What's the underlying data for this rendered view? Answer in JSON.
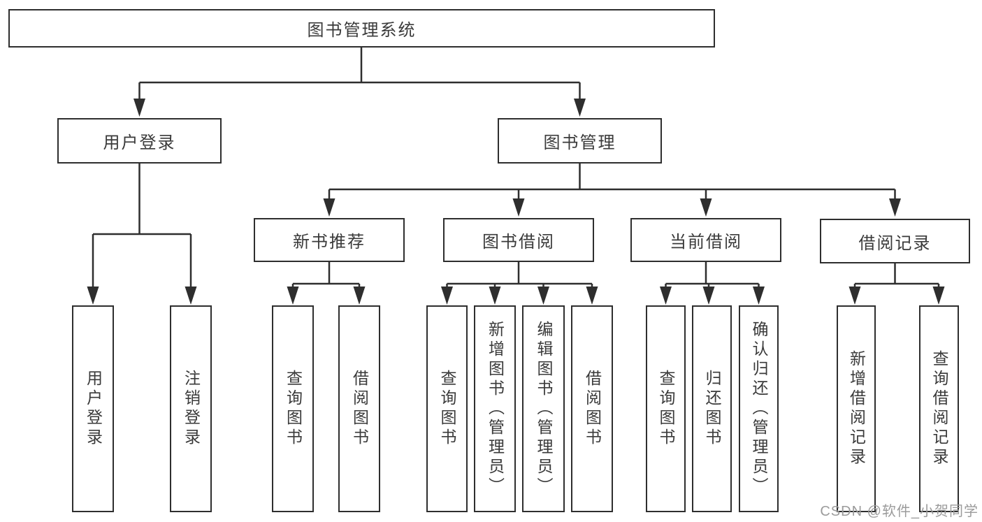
{
  "diagram": {
    "root": "图书管理系统",
    "level2": [
      "用户登录",
      "图书管理"
    ],
    "level3": [
      "新书推荐",
      "图书借阅",
      "当前借阅",
      "借阅记录"
    ],
    "leaves_user": [
      "用户登录",
      "注销登录"
    ],
    "leaves_newbook": [
      "查询图书",
      "借阅图书"
    ],
    "leaves_borrow": [
      "查询图书",
      "新增图书（管理员）",
      "编辑图书（管理员）",
      "借阅图书"
    ],
    "leaves_current": [
      "查询图书",
      "归还图书",
      "确认归还（管理员）"
    ],
    "leaves_records": [
      "新增借阅记录",
      "查询借阅记录"
    ]
  },
  "watermark": "CSDN @软件_小贺同学",
  "colors": {
    "line": "#2e2e2e",
    "text": "#3a3a3a",
    "box_background": "#ffffff",
    "page_background": "#ffffff",
    "watermark": "#9b9b9b"
  }
}
